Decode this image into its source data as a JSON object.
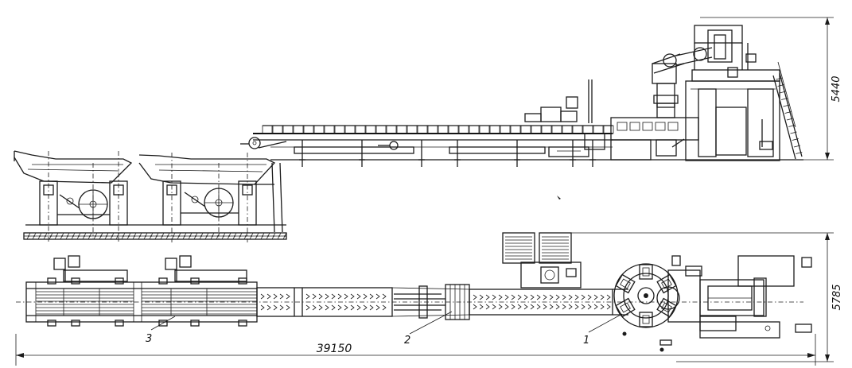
{
  "dimensions": {
    "overall_length": "39150",
    "elevation_height": "5440",
    "plan_width": "5785"
  },
  "callouts": {
    "item_1": "1",
    "item_2": "2",
    "item_3": "3"
  },
  "colors": {
    "line": "#1b1b1b",
    "background": "#ffffff"
  }
}
